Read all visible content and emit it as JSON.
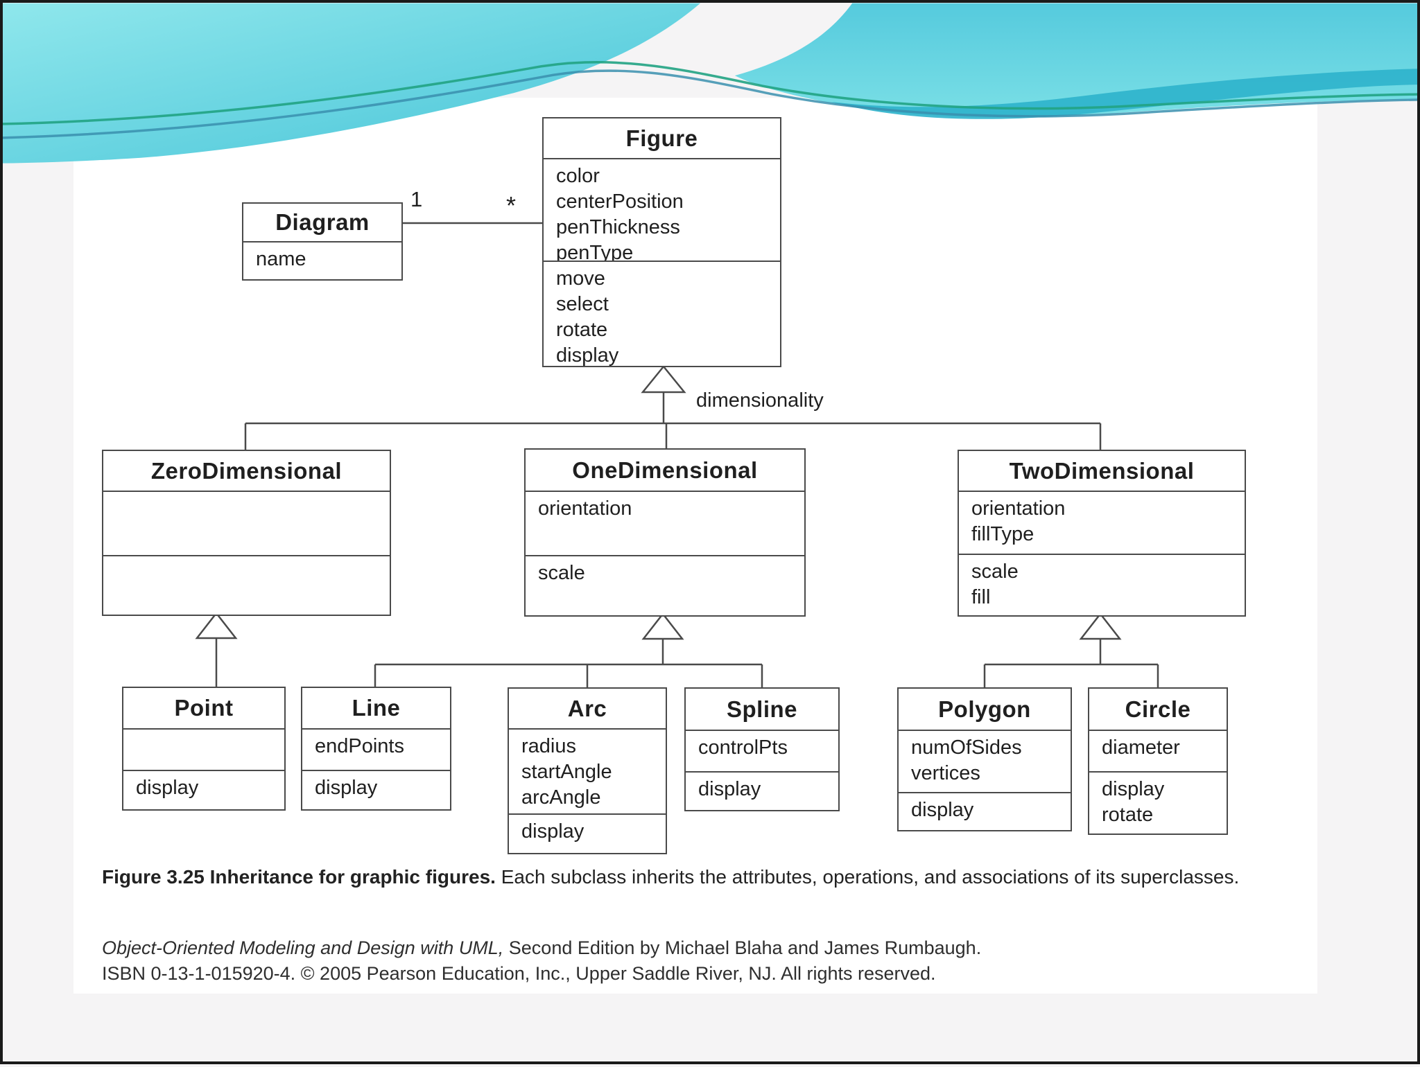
{
  "wave": {
    "colors": {
      "cyan_light": "#8fe7ec",
      "cyan_deep": "#45c3d7",
      "teal_band": "#2db3cb",
      "accent_green": "#21a383",
      "accent_blue": "#3a8fae"
    }
  },
  "uml": {
    "generalization_label": "dimensionality",
    "association": {
      "from": "Diagram",
      "to": "Figure",
      "from_multiplicity": "1",
      "to_multiplicity": "*"
    },
    "classes": [
      {
        "id": "figure",
        "name": "Figure",
        "attributes": [
          "color",
          "centerPosition",
          "penThickness",
          "penType"
        ],
        "operations": [
          "move",
          "select",
          "rotate",
          "display"
        ]
      },
      {
        "id": "diagram",
        "name": "Diagram",
        "attributes": [
          "name"
        ],
        "operations": null
      },
      {
        "id": "zero",
        "name": "ZeroDimensional",
        "attributes": [],
        "operations": []
      },
      {
        "id": "one",
        "name": "OneDimensional",
        "attributes": [
          "orientation"
        ],
        "operations": [
          "scale"
        ]
      },
      {
        "id": "two",
        "name": "TwoDimensional",
        "attributes": [
          "orientation",
          "fillType"
        ],
        "operations": [
          "scale",
          "fill"
        ]
      },
      {
        "id": "point",
        "name": "Point",
        "attributes": [],
        "operations": [
          "display"
        ]
      },
      {
        "id": "line",
        "name": "Line",
        "attributes": [
          "endPoints"
        ],
        "operations": [
          "display"
        ]
      },
      {
        "id": "arc",
        "name": "Arc",
        "attributes": [
          "radius",
          "startAngle",
          "arcAngle"
        ],
        "operations": [
          "display"
        ]
      },
      {
        "id": "spline",
        "name": "Spline",
        "attributes": [
          "controlPts"
        ],
        "operations": [
          "display"
        ]
      },
      {
        "id": "polygon",
        "name": "Polygon",
        "attributes": [
          "numOfSides",
          "vertices"
        ],
        "operations": [
          "display"
        ]
      },
      {
        "id": "circle",
        "name": "Circle",
        "attributes": [
          "diameter"
        ],
        "operations": [
          "display",
          "rotate"
        ]
      }
    ]
  },
  "caption": {
    "figure_label": "Figure 3.25  Inheritance for graphic figures.",
    "text": " Each subclass inherits the attributes, operations, and associations of its superclasses."
  },
  "attribution": {
    "book_title": "Object-Oriented Modeling and Design with UML,",
    "line1_rest": " Second Edition by Michael Blaha and James Rumbaugh.",
    "line2": "ISBN 0-13-1-015920-4. © 2005 Pearson Education, Inc., Upper Saddle River, NJ. All rights reserved."
  }
}
